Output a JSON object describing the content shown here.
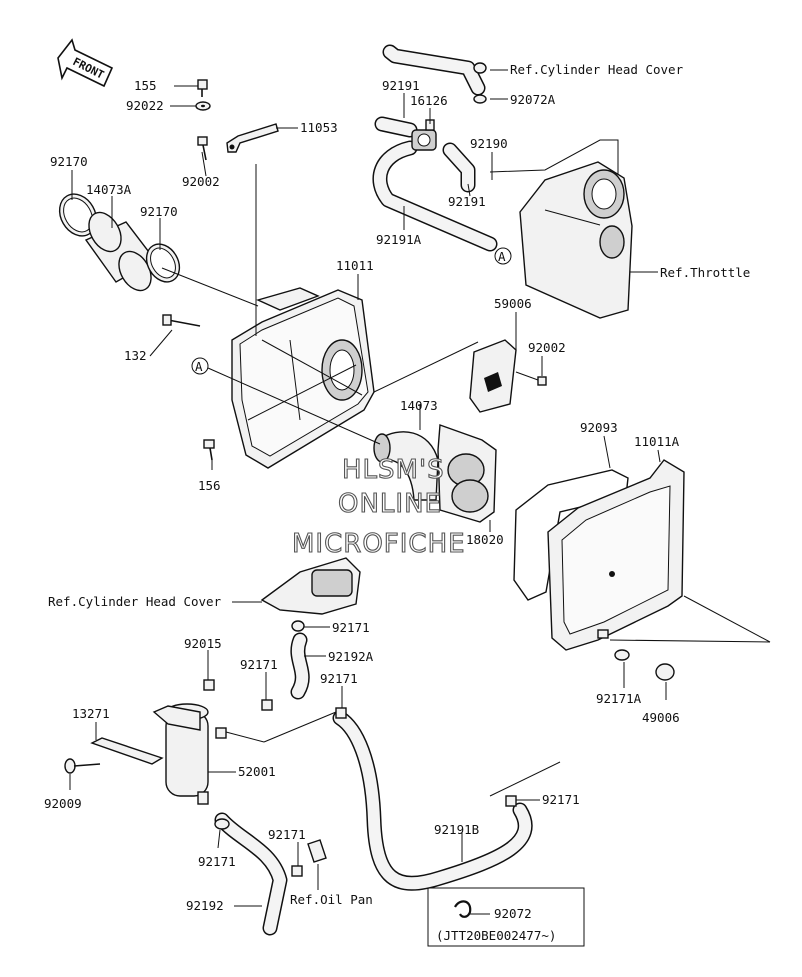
{
  "front_label": "FRONT",
  "callout_label": "A",
  "parts": {
    "p155": "155",
    "p92022": "92022",
    "p11053": "11053",
    "p92002a": "92002",
    "p92170a": "92170",
    "p14073A": "14073A",
    "p92170b": "92170",
    "p11011": "11011",
    "p132": "132",
    "p156": "156",
    "p14073": "14073",
    "p59006": "59006",
    "p92002b": "92002",
    "p92191a": "92191",
    "p16126": "16126",
    "p92190": "92190",
    "p92191b": "92191",
    "p92191A": "92191A",
    "p92072A": "92072A",
    "p92093": "92093",
    "p11011A": "11011A",
    "p18020": "18020",
    "p92171a": "92171",
    "p92192A": "92192A",
    "p92015": "92015",
    "p92171b": "92171",
    "p92171c": "92171",
    "p13271": "13271",
    "p52001": "52001",
    "p92009": "92009",
    "p92171d": "92171",
    "p92171e": "92171",
    "p92192": "92192",
    "p92191B": "92191B",
    "p92171f": "92171",
    "p92171A": "92171A",
    "p49006": "49006",
    "p92072": "92072"
  },
  "refs": {
    "cyl_head_top": "Ref.Cylinder Head Cover",
    "throttle": "Ref.Throttle",
    "cyl_head_mid": "Ref.Cylinder Head Cover",
    "oil_pan": "Ref.Oil Pan"
  },
  "serial_note": "(JTT20BE002477~)",
  "watermark": [
    "HLSM'S",
    "ONLINE",
    "MICROFICHE"
  ]
}
